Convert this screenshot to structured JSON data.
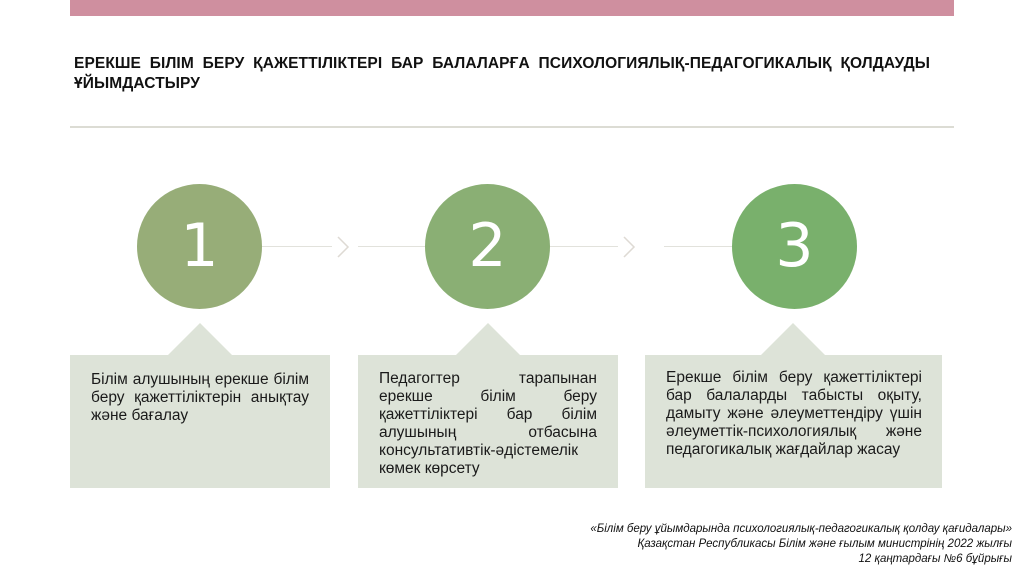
{
  "colors": {
    "top_bar": "#cf8f9f",
    "circle_1": "#97ad78",
    "circle_2": "#8aaf74",
    "circle_3": "#79b06c",
    "card_bg": "#dde3d8"
  },
  "slide": {
    "title": "ЕРЕКШЕ БІЛІМ БЕРУ ҚАЖЕТТІЛІКТЕРІ БАР БАЛАЛАРҒА ПСИХОЛОГИЯЛЫҚ-ПЕДАГОГИКАЛЫҚ ҚОЛДАУДЫ ҰЙЫМДАСТЫРУ",
    "steps": [
      {
        "number": "1",
        "text": "Білім алушының ерекше білім беру қажеттіліктерін анықтау және бағалау"
      },
      {
        "number": "2",
        "text": "Педагогтер тарапынан ерекше білім беру қажеттіліктері бар білім алушының отбасына консультативтік-әдістемелік көмек көрсету"
      },
      {
        "number": "3",
        "text": "Ерекше білім беру қажеттіліктері бар балаларды табысты оқыту, дамыту және әлеуметтендіру үшін әлеуметтік-психологиялық және педагогикалық жағдайлар жасау"
      }
    ],
    "source": {
      "line1": "«Білім беру ұйымдарында психологиялық-педагогикалық қолдау қағидалары»",
      "line2": "Қазақстан Республикасы Білім және ғылым министрінің 2022 жылғы",
      "line3": "12 қаңтардағы №6 бұйрығы"
    }
  }
}
